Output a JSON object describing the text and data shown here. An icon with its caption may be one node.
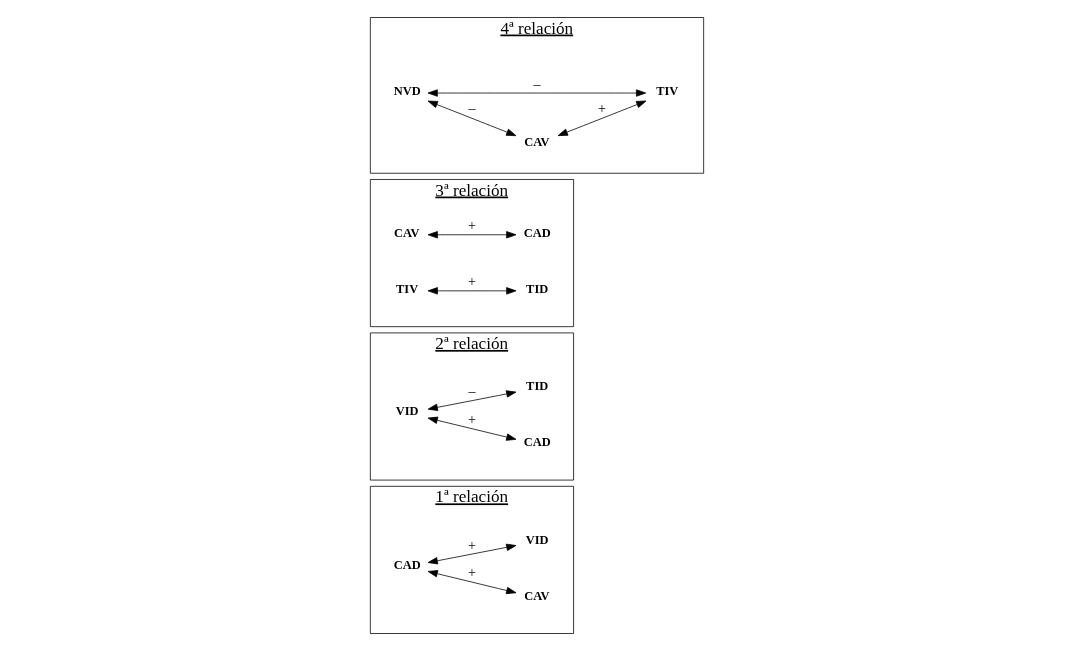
{
  "diagram": {
    "nodes": [
      {
        "text": [
          "1ª relación"
        ]
      },
      {
        "text": [
          "CAD"
        ],
        "in": 0
      },
      {
        "text": [
          "CAV"
        ],
        "in": 0
      },
      {
        "text": [
          "VID"
        ],
        "in": 0
      },
      {
        "text": [
          "2ª relación"
        ]
      },
      {
        "text": [
          "VID"
        ],
        "in": 4
      },
      {
        "text": [
          "CAD"
        ],
        "in": 4
      },
      {
        "text": [
          "TID"
        ],
        "in": 4
      },
      {
        "text": [
          "3ª relación"
        ]
      },
      {
        "text": [
          "CAV"
        ],
        "in": 8
      },
      {
        "text": [
          "CAD"
        ],
        "in": 8
      },
      {
        "text": [
          "TIV"
        ],
        "in": 8
      },
      {
        "text": [
          "TID"
        ],
        "in": 8
      },
      {
        "text": [
          "4ª relación"
        ]
      },
      {
        "text": [
          "NVD"
        ],
        "in": 13
      },
      {
        "text": [
          "CAV"
        ],
        "in": 13
      },
      {
        "text": [
          "TIV"
        ],
        "in": 13
      }
    ],
    "edges": [
      {
        "from": 1,
        "to": 2,
        "arrow": "both",
        "label": "+"
      },
      {
        "from": 1,
        "to": 3,
        "arrow": "both",
        "label": "+"
      },
      {
        "from": 5,
        "to": 6,
        "arrow": "both",
        "label": "+"
      },
      {
        "from": 5,
        "to": 7,
        "arrow": "both",
        "label": "–"
      },
      {
        "from": 9,
        "to": 10,
        "arrow": "both",
        "label": "+"
      },
      {
        "from": 11,
        "to": 12,
        "arrow": "both",
        "label": "+"
      },
      {
        "from": 14,
        "to": 15,
        "arrow": "both",
        "label": "–"
      },
      {
        "from": 14,
        "to": 16,
        "arrow": "both",
        "label": "–"
      },
      {
        "from": 15,
        "to": 16,
        "arrow": "both",
        "label": "+"
      }
    ]
  }
}
